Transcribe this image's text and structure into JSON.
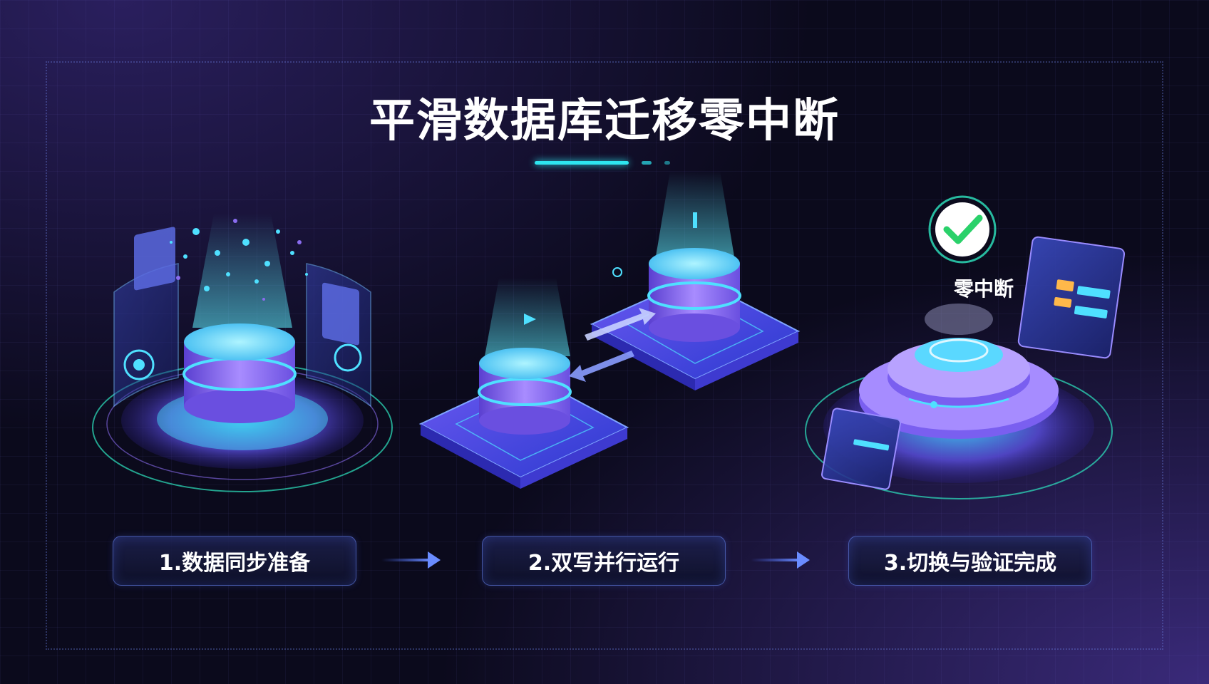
{
  "title": "平滑数据库迁移零中断",
  "steps": [
    {
      "label": "1.数据同步准备"
    },
    {
      "label": "2.双写并行运行"
    },
    {
      "label": "3.切换与验证完成"
    }
  ],
  "zero_downtime_label": "零中断",
  "colors": {
    "background": "#0b0a1c",
    "accent_cyan": "#2ee6f0",
    "accent_purple": "#8a6cf0",
    "accent_blue": "#4a6cff",
    "check_green": "#2ad16a"
  }
}
